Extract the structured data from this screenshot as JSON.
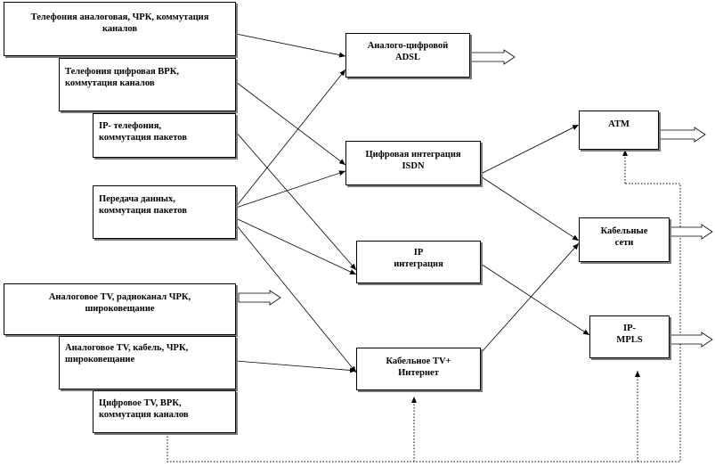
{
  "sources": [
    {
      "id": "src-analog-phone",
      "label": "Телефония аналоговая, ЧРК, коммутация\nканалов"
    },
    {
      "id": "src-digital-phone",
      "label": "Телефония цифровая ВРК,\nкоммутация каналов"
    },
    {
      "id": "src-ip-phone",
      "label": "IP- телефония,\nкоммутация пакетов"
    },
    {
      "id": "src-data",
      "label": "Передача данных,\nкоммутация пакетов"
    },
    {
      "id": "src-analog-tv-radio",
      "label": "Аналоговое TV, радиоканал ЧРК,\nшироковещание"
    },
    {
      "id": "src-analog-tv-cable",
      "label": "Аналоговое TV, кабель, ЧРК,\nшироковещание"
    },
    {
      "id": "src-digital-tv",
      "label": "Цифровое TV, ВРК,\nкоммутация каналов"
    }
  ],
  "integration": [
    {
      "id": "int-adsl",
      "label": "Аналого-цифровой\nADSL"
    },
    {
      "id": "int-isdn",
      "label": "Цифровая интеграция\nISDN"
    },
    {
      "id": "int-ip",
      "label": "IP\nинтеграция"
    },
    {
      "id": "int-cable-tv",
      "label": "Кабельное TV+\nИнтернет"
    }
  ],
  "networks": [
    {
      "id": "net-atm",
      "label": "ATM"
    },
    {
      "id": "net-cable",
      "label": "Кабельные\nсети"
    },
    {
      "id": "net-mpls",
      "label": "IP-\nMPLS"
    }
  ],
  "colors": {
    "line": "#000000",
    "shadow": "#7a7a7a",
    "background": "#ffffff"
  }
}
